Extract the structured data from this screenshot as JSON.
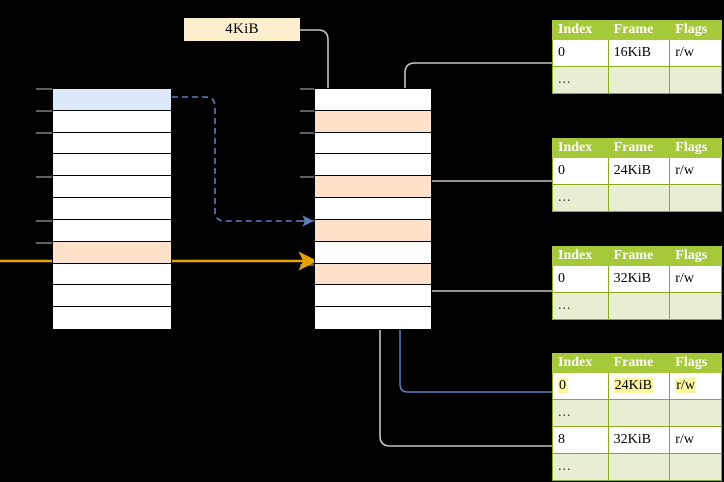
{
  "diagram": {
    "title": "multi-level page table translation",
    "size_label": {
      "text": "4KiB"
    },
    "colors": {
      "header_green": "#a6c93a",
      "ellipsis_row": "#e8eed2",
      "highlight_yellow": "#fcf6a0",
      "peach": "#fde1c8",
      "blue_row": "#dce9fb",
      "orange_arrow": "#e8a200",
      "blue_arrow": "#5b7fc4",
      "gray_arrow": "#b8b8b8",
      "size_box": "#fdeecd"
    }
  },
  "left_column": {
    "name": "virtual-address-space",
    "rows": [
      {
        "fill": "blue"
      },
      {
        "fill": "white"
      },
      {
        "fill": "white"
      },
      {
        "fill": "white"
      },
      {
        "fill": "white"
      },
      {
        "fill": "white"
      },
      {
        "fill": "white"
      },
      {
        "fill": "peach"
      },
      {
        "fill": "white"
      },
      {
        "fill": "white"
      },
      {
        "fill": "white"
      }
    ]
  },
  "middle_column": {
    "name": "physical-memory",
    "rows": [
      {
        "fill": "white"
      },
      {
        "fill": "peach"
      },
      {
        "fill": "white"
      },
      {
        "fill": "white"
      },
      {
        "fill": "peach"
      },
      {
        "fill": "white"
      },
      {
        "fill": "peach"
      },
      {
        "fill": "white"
      },
      {
        "fill": "peach"
      },
      {
        "fill": "white"
      },
      {
        "fill": "white"
      }
    ]
  },
  "tables": [
    {
      "name": "page-table-level-1",
      "headers": [
        "Index",
        "Frame",
        "Flags"
      ],
      "rows": [
        {
          "type": "data",
          "cells": [
            "0",
            "16KiB",
            "r/w"
          ],
          "highlight": [
            false,
            false,
            false
          ]
        },
        {
          "type": "ellipsis",
          "cells": [
            "...",
            "",
            ""
          ]
        }
      ]
    },
    {
      "name": "page-table-level-2",
      "headers": [
        "Index",
        "Frame",
        "Flags"
      ],
      "rows": [
        {
          "type": "data",
          "cells": [
            "0",
            "24KiB",
            "r/w"
          ],
          "highlight": [
            false,
            false,
            false
          ]
        },
        {
          "type": "ellipsis",
          "cells": [
            "...",
            "",
            ""
          ]
        }
      ]
    },
    {
      "name": "page-table-level-3",
      "headers": [
        "Index",
        "Frame",
        "Flags"
      ],
      "rows": [
        {
          "type": "data",
          "cells": [
            "0",
            "32KiB",
            "r/w"
          ],
          "highlight": [
            false,
            false,
            false
          ]
        },
        {
          "type": "ellipsis",
          "cells": [
            "...",
            "",
            ""
          ]
        }
      ]
    },
    {
      "name": "page-table-level-4",
      "headers": [
        "Index",
        "Frame",
        "Flags"
      ],
      "rows": [
        {
          "type": "data",
          "cells": [
            "0",
            "24KiB",
            "r/w"
          ],
          "highlight": [
            true,
            true,
            true
          ]
        },
        {
          "type": "ellipsis",
          "cells": [
            "...",
            "",
            ""
          ]
        },
        {
          "type": "data",
          "cells": [
            "8",
            "32KiB",
            "r/w"
          ],
          "highlight": [
            false,
            false,
            false
          ]
        },
        {
          "type": "ellipsis",
          "cells": [
            "...",
            "",
            ""
          ]
        }
      ]
    }
  ]
}
